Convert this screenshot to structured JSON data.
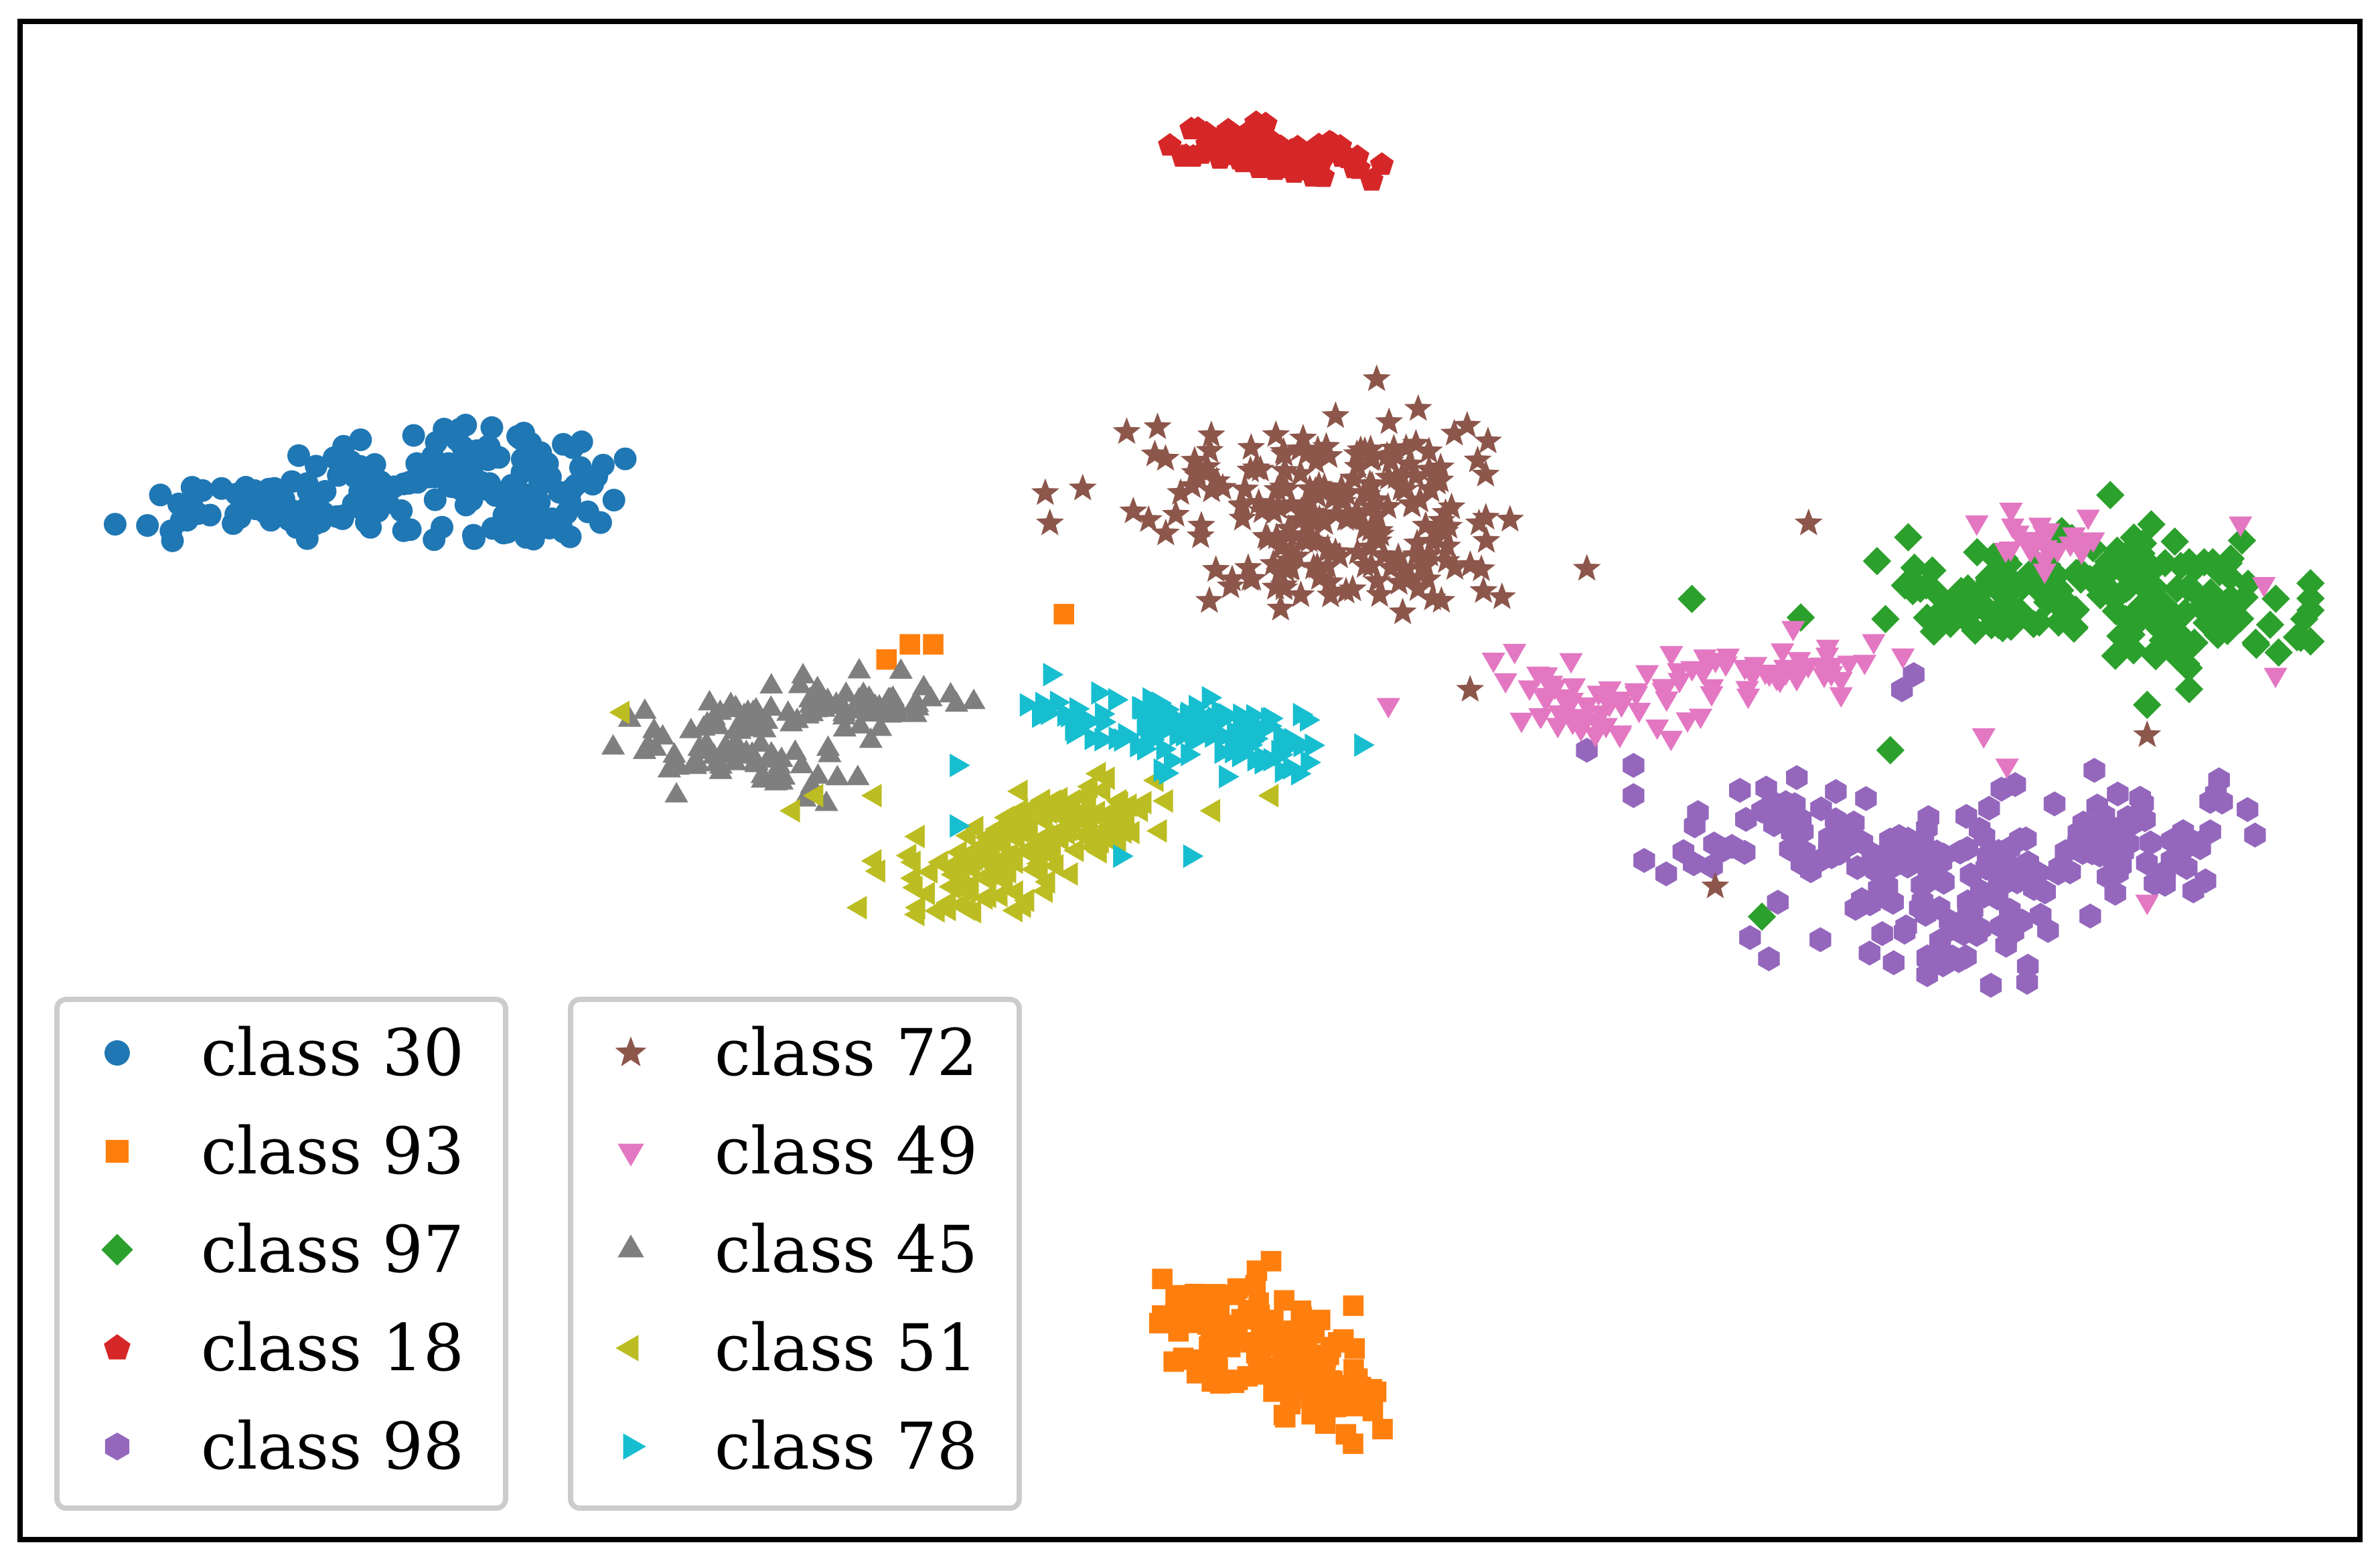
{
  "chart_data": {
    "type": "scatter",
    "title": "",
    "xlabel": "",
    "ylabel": "",
    "grid": false,
    "axes_visible": false,
    "legend": {
      "placement": "bottom-left",
      "columns": 2
    },
    "series": [
      {
        "name": "class 30",
        "color": "#1f77b4",
        "marker": "circle",
        "centers": [
          [
            0.22,
            0.3
          ],
          [
            0.13,
            0.32
          ],
          [
            0.09,
            0.32
          ],
          [
            0.21,
            0.33
          ],
          [
            0.16,
            0.3
          ],
          [
            0.19,
            0.28
          ]
        ],
        "spread": [
          0.04,
          0.018
        ],
        "count": 190
      },
      {
        "name": "class 93",
        "color": "#ff7f0e",
        "marker": "square",
        "centers": [
          [
            0.54,
            0.88
          ],
          [
            0.51,
            0.86
          ],
          [
            0.56,
            0.9
          ]
        ],
        "spread": [
          0.02,
          0.03
        ],
        "count": 170,
        "outliers": [
          [
            0.37,
            0.42
          ],
          [
            0.38,
            0.41
          ],
          [
            0.39,
            0.41
          ],
          [
            0.446,
            0.39
          ]
        ]
      },
      {
        "name": "class 97",
        "color": "#2ca02c",
        "marker": "diamond",
        "centers": [
          [
            0.87,
            0.37
          ],
          [
            0.84,
            0.38
          ],
          [
            0.91,
            0.36
          ],
          [
            0.94,
            0.4
          ]
        ],
        "spread": [
          0.05,
          0.022
        ],
        "count": 200,
        "outliers": [
          [
            0.715,
            0.38
          ],
          [
            0.91,
            0.45
          ],
          [
            0.8,
            0.48
          ],
          [
            0.745,
            0.59
          ]
        ]
      },
      {
        "name": "class 18",
        "color": "#d62728",
        "marker": "pentagon",
        "centers": [
          [
            0.535,
            0.085
          ],
          [
            0.52,
            0.08
          ],
          [
            0.55,
            0.09
          ]
        ],
        "spread": [
          0.025,
          0.012
        ],
        "count": 110
      },
      {
        "name": "class 98",
        "color": "#9467bd",
        "marker": "hexagon",
        "centers": [
          [
            0.81,
            0.55
          ],
          [
            0.75,
            0.53
          ],
          [
            0.87,
            0.56
          ],
          [
            0.82,
            0.6
          ],
          [
            0.9,
            0.53
          ]
        ],
        "spread": [
          0.05,
          0.03
        ],
        "count": 220,
        "outliers": [
          [
            0.67,
            0.48
          ],
          [
            0.69,
            0.49
          ],
          [
            0.805,
            0.44
          ],
          [
            0.81,
            0.43
          ],
          [
            0.69,
            0.51
          ]
        ]
      },
      {
        "name": "class 72",
        "color": "#8c564b",
        "marker": "star",
        "centers": [
          [
            0.56,
            0.32
          ],
          [
            0.52,
            0.3
          ],
          [
            0.59,
            0.29
          ],
          [
            0.55,
            0.36
          ],
          [
            0.6,
            0.35
          ]
        ],
        "spread": [
          0.04,
          0.032
        ],
        "count": 220,
        "outliers": [
          [
            0.44,
            0.33
          ],
          [
            0.438,
            0.31
          ],
          [
            0.67,
            0.36
          ],
          [
            0.765,
            0.33
          ],
          [
            0.91,
            0.47
          ],
          [
            0.725,
            0.57
          ],
          [
            0.62,
            0.44
          ]
        ]
      },
      {
        "name": "class 49",
        "color": "#e377c2",
        "marker": "triangle_down",
        "centers": [
          [
            0.66,
            0.44
          ],
          [
            0.72,
            0.43
          ],
          [
            0.68,
            0.46
          ],
          [
            0.76,
            0.42
          ],
          [
            0.87,
            0.34
          ]
        ],
        "spread": [
          0.03,
          0.016
        ],
        "count": 120,
        "outliers": [
          [
            0.585,
            0.45
          ],
          [
            0.63,
            0.42
          ],
          [
            0.84,
            0.47
          ],
          [
            0.85,
            0.49
          ],
          [
            0.91,
            0.58
          ],
          [
            0.95,
            0.33
          ],
          [
            0.96,
            0.37
          ],
          [
            0.965,
            0.43
          ]
        ]
      },
      {
        "name": "class 45",
        "color": "#7f7f7f",
        "marker": "triangle_up",
        "centers": [
          [
            0.31,
            0.46
          ],
          [
            0.29,
            0.48
          ],
          [
            0.34,
            0.45
          ],
          [
            0.33,
            0.49
          ],
          [
            0.37,
            0.45
          ]
        ],
        "spread": [
          0.03,
          0.016
        ],
        "count": 140,
        "outliers": [
          [
            0.4,
            0.45
          ],
          [
            0.26,
            0.46
          ],
          [
            0.28,
            0.51
          ]
        ]
      },
      {
        "name": "class 51",
        "color": "#bcbd22",
        "marker": "triangle_left",
        "centers": [
          [
            0.42,
            0.55
          ],
          [
            0.4,
            0.57
          ],
          [
            0.44,
            0.53
          ],
          [
            0.46,
            0.52
          ]
        ],
        "spread": [
          0.025,
          0.02
        ],
        "count": 170,
        "outliers": [
          [
            0.257,
            0.455
          ],
          [
            0.33,
            0.52
          ],
          [
            0.34,
            0.51
          ],
          [
            0.365,
            0.51
          ],
          [
            0.535,
            0.51
          ],
          [
            0.51,
            0.52
          ]
        ]
      },
      {
        "name": "class 78",
        "color": "#17becf",
        "marker": "triangle_right",
        "centers": [
          [
            0.49,
            0.47
          ],
          [
            0.51,
            0.46
          ],
          [
            0.53,
            0.48
          ],
          [
            0.47,
            0.46
          ]
        ],
        "spread": [
          0.03,
          0.015
        ],
        "count": 120,
        "outliers": [
          [
            0.44,
            0.43
          ],
          [
            0.43,
            0.45
          ],
          [
            0.4,
            0.49
          ],
          [
            0.4,
            0.53
          ],
          [
            0.47,
            0.55
          ],
          [
            0.5,
            0.55
          ],
          [
            0.55,
            0.46
          ]
        ]
      }
    ]
  }
}
